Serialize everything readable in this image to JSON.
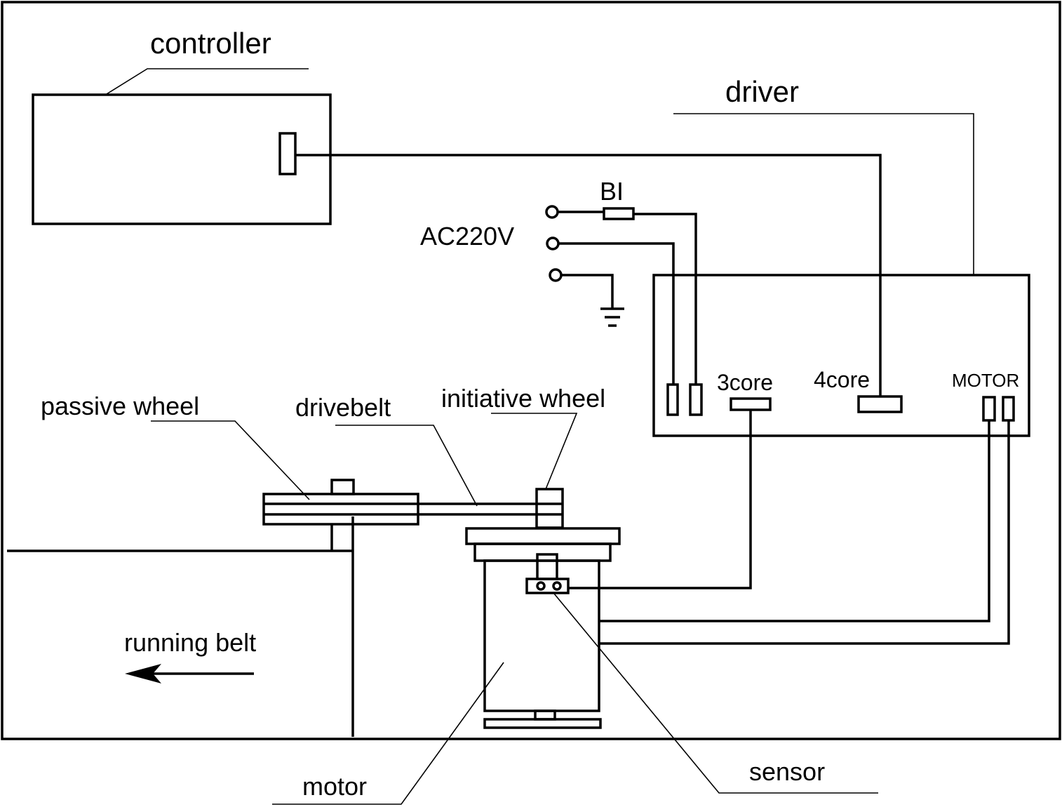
{
  "labels": {
    "controller": "controller",
    "driver": "driver",
    "fuse": "BI",
    "power": "AC220V",
    "core3": "3core",
    "core4": "4core",
    "motor_port": "MOTOR",
    "passive_wheel": "passive wheel",
    "drivebelt": "drivebelt",
    "initiative_wheel": "initiative wheel",
    "running_belt": "running belt",
    "motor": "motor",
    "sensor": "sensor"
  }
}
